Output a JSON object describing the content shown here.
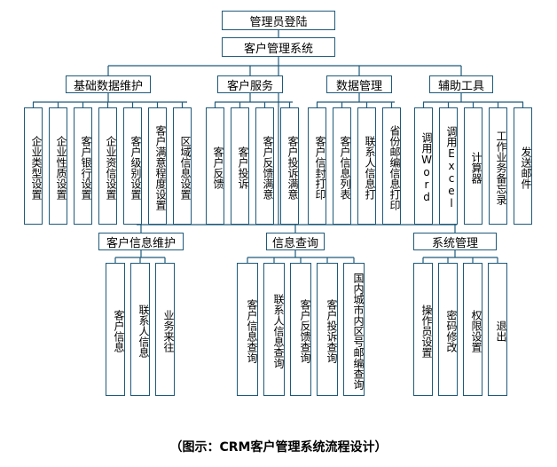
{
  "diagram": {
    "root": "管理员登陆",
    "system": "客户管理系统",
    "top_groups": [
      {
        "label": "基础数据维护",
        "items": [
          "企业类型设置",
          "企业性质设置",
          "客户银行设置",
          "企业资信设置",
          "客户级别设置",
          "客户满意程度设置",
          "区域信息设置"
        ]
      },
      {
        "label": "客户服务",
        "items": [
          "客户反馈",
          "客户投诉",
          "客户反馈满意",
          "客户投诉满意"
        ]
      },
      {
        "label": "数据管理",
        "items": [
          "客户信封打印",
          "客户信息列表",
          "联系人信息打",
          "省份邮编信息打印"
        ]
      },
      {
        "label": "辅助工具",
        "items": [
          "调用Word",
          "调用Excel",
          "计算器",
          "工作业务备忘录",
          "发送邮件"
        ]
      }
    ],
    "bottom_groups": [
      {
        "label": "客户信息维护",
        "items": [
          "客户信息",
          "联系人信息",
          "业务来往"
        ]
      },
      {
        "label": "信息查询",
        "items": [
          "客户信息查询",
          "联系人信息查询",
          "客户反馈查询",
          "客户投诉查询",
          "国内城市内区号邮编查询"
        ]
      },
      {
        "label": "系统管理",
        "items": [
          "操作员设置",
          "密码修改",
          "权限设置",
          "退出"
        ]
      }
    ],
    "caption": "（图示：CRM客户管理系统流程设计）",
    "line_color": "#1f5a7a"
  }
}
